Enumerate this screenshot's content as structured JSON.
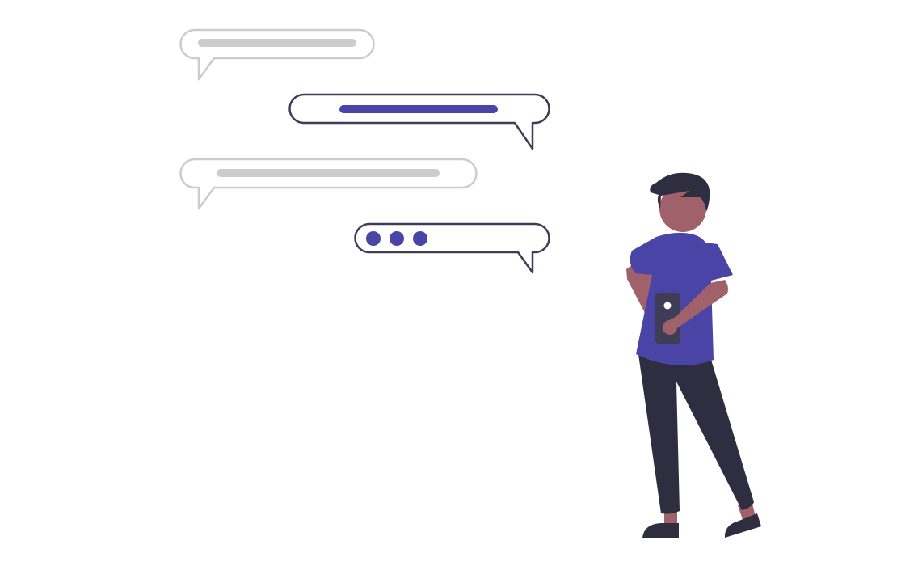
{
  "illustration": {
    "subject": "person-with-phone-chat",
    "colors": {
      "accent": "#4a44a6",
      "dark": "#2f2e41",
      "bubble_outline_dark": "#3f3d56",
      "bubble_outline_light": "#cccccc",
      "placeholder_bar": "#cccccc",
      "skin": "#a0616a",
      "phone": "#3f3d56",
      "background": "#ffffff"
    },
    "messages": [
      {
        "side": "received",
        "content": "placeholder-bar"
      },
      {
        "side": "sent",
        "content": "placeholder-bar"
      },
      {
        "side": "received",
        "content": "placeholder-bar"
      },
      {
        "side": "sent",
        "content": "typing-indicator",
        "dots": 3
      }
    ]
  }
}
